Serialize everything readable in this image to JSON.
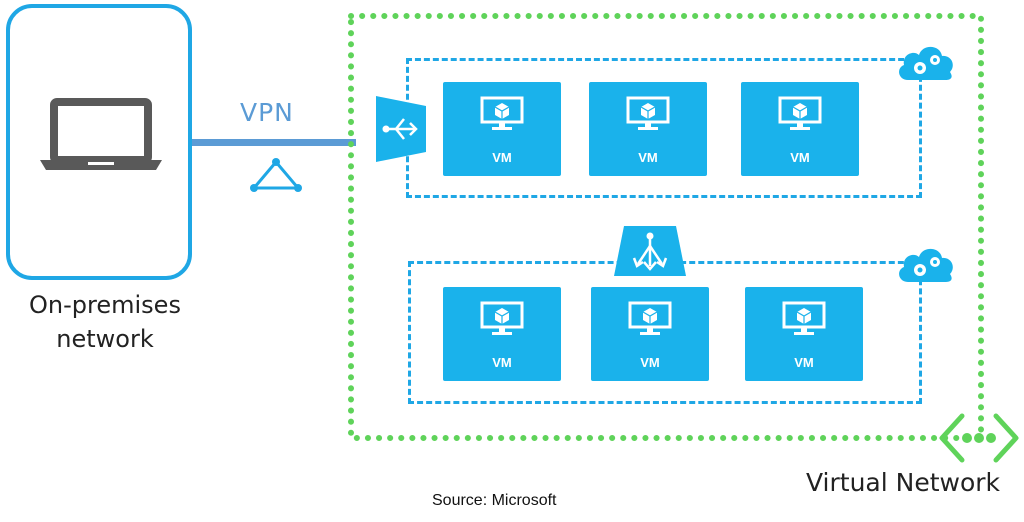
{
  "on_premises": {
    "label_line1": "On-premises",
    "label_line2": "network"
  },
  "vpn": {
    "label": "VPN"
  },
  "virtual_network": {
    "label": "Virtual Network"
  },
  "subnet_1": {
    "vms": [
      "VM",
      "VM",
      "VM"
    ]
  },
  "subnet_2": {
    "vms": [
      "VM",
      "VM",
      "VM"
    ]
  },
  "source": "Source: Microsoft",
  "colors": {
    "azure_blue": "#1ab2eb",
    "outline_blue": "#1fa7e5",
    "vpn_blue": "#5b9bd5",
    "vnet_green": "#5fd35a"
  },
  "icons": [
    "laptop-icon",
    "vpn-triangle-icon",
    "vpn-gateway-icon",
    "load-balancer-icon",
    "cloud-gear-icon",
    "virtual-network-icon",
    "vm-monitor-icon"
  ]
}
